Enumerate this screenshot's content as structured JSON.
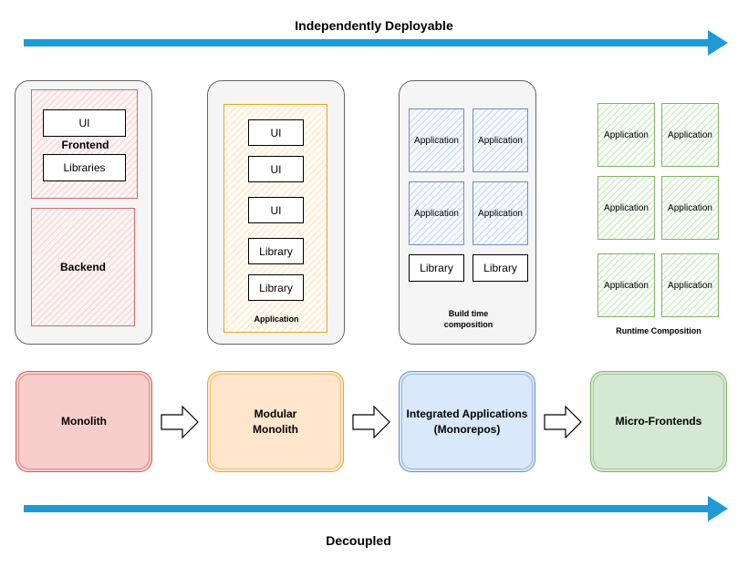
{
  "top_axis": {
    "label": "Independently Deployable"
  },
  "bottom_axis": {
    "label": "Decoupled"
  },
  "monolith_panel": {
    "frontend": {
      "ui": "UI",
      "libraries": "Libraries",
      "label": "Frontend"
    },
    "backend": {
      "label": "Backend"
    }
  },
  "modular_panel": {
    "items": [
      "UI",
      "UI",
      "UI",
      "Library",
      "Library"
    ],
    "label": "Application"
  },
  "integrated_panel": {
    "apps": [
      "Application",
      "Application",
      "Application",
      "Application"
    ],
    "libraries": [
      "Library",
      "Library"
    ],
    "label_line1": "Build time",
    "label_line2": "composition"
  },
  "runtime_panel": {
    "apps": [
      "Application",
      "Application",
      "Application",
      "Application",
      "Application",
      "Application"
    ],
    "label": "Runtime Composition"
  },
  "stages": [
    {
      "label": "Monolith"
    },
    {
      "line1": "Modular",
      "line2": "Monolith"
    },
    {
      "line1": "Integrated Applications",
      "line2": "(Monorepos)"
    },
    {
      "label": "Micro-Frontends"
    }
  ],
  "colors": {
    "axis_arrow": "#1e9bd7",
    "monolith": "#f8cecc",
    "modular": "#ffe6cc",
    "integrated": "#dae8fc",
    "micro": "#d5e8d4"
  }
}
